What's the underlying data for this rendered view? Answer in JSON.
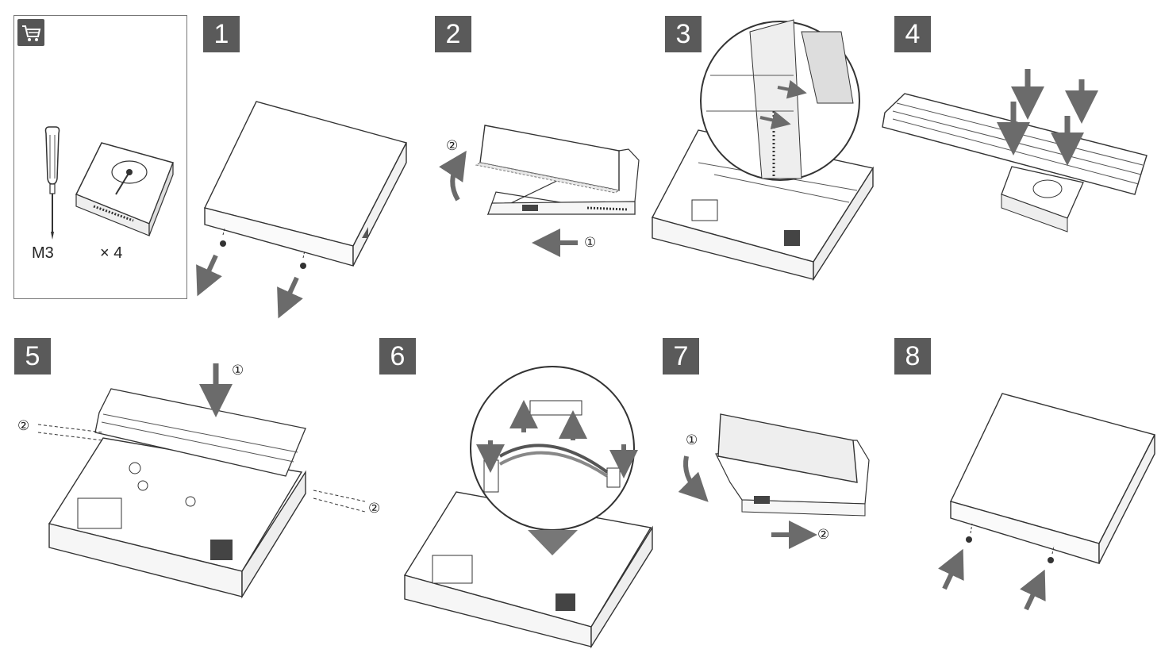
{
  "tools": {
    "cart_icon": "cart-icon",
    "screw_label": "M3",
    "qty_label": "× 4"
  },
  "steps": [
    {
      "number": "1"
    },
    {
      "number": "2",
      "callouts": [
        "①",
        "②"
      ]
    },
    {
      "number": "3"
    },
    {
      "number": "4"
    },
    {
      "number": "5",
      "callouts": [
        "①",
        "②",
        "②"
      ]
    },
    {
      "number": "6"
    },
    {
      "number": "7",
      "callouts": [
        "①",
        "②"
      ]
    },
    {
      "number": "8"
    }
  ],
  "colors": {
    "badge": "#5a5a5a",
    "arrow": "#6b6b6b",
    "line": "#333333"
  }
}
